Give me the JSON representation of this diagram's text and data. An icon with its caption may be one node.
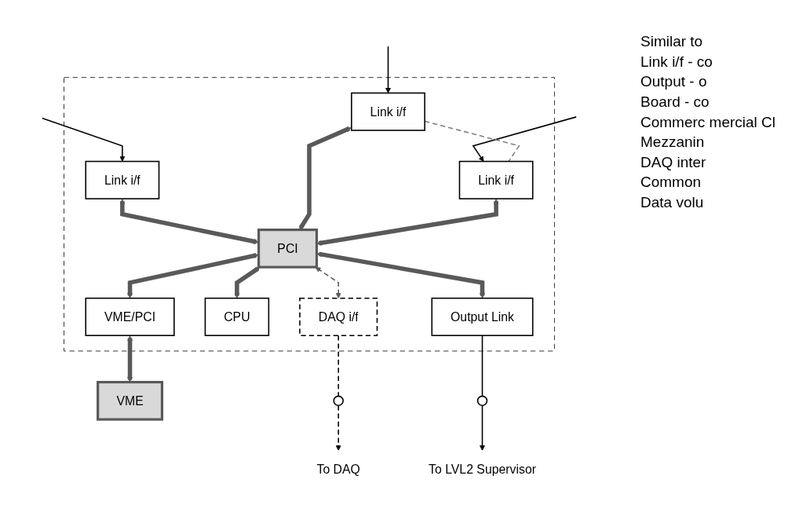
{
  "diagram": {
    "nodes": [
      {
        "text": [],
        "shape": "box"
      },
      {
        "text": [
          "Link i/f"
        ],
        "in": 0
      },
      {
        "text": [
          "Link i/f"
        ],
        "in": 0
      },
      {
        "text": [
          "Link i/f"
        ],
        "in": 0
      },
      {
        "text": [
          "PCI"
        ],
        "in": 0
      },
      {
        "text": [
          "VME/PCI"
        ],
        "in": 0
      },
      {
        "text": [
          "CPU"
        ],
        "in": 0
      },
      {
        "text": [
          "DAQ i/f"
        ],
        "in": 0
      },
      {
        "text": [
          "Output Link"
        ],
        "in": 0
      },
      {
        "text": [
          "VME"
        ]
      },
      {
        "text": [],
        "shape": "circle"
      },
      {
        "text": [],
        "shape": "circle"
      },
      {
        "text": [
          "To DAQ"
        ]
      },
      {
        "text": [
          "To LVL2 Supervisor"
        ]
      }
    ],
    "edges": [
      {
        "from": null,
        "to": 1,
        "arrow": "to"
      },
      {
        "from": null,
        "to": 2,
        "arrow": "to"
      },
      {
        "from": null,
        "to": 3,
        "arrow": "to"
      },
      {
        "from": 2,
        "to": 3,
        "arrow": "none",
        "style": "dashed",
        "color": "#808080"
      },
      {
        "from": 1,
        "to": 4,
        "arrow": "both",
        "style": "thick",
        "color": "#595959"
      },
      {
        "from": 2,
        "to": 4,
        "arrow": "both",
        "style": "thick",
        "color": "#595959"
      },
      {
        "from": 3,
        "to": 4,
        "arrow": "both",
        "style": "thick",
        "color": "#595959"
      },
      {
        "from": 4,
        "to": 5,
        "arrow": "both",
        "style": "thick",
        "color": "#595959"
      },
      {
        "from": 4,
        "to": 6,
        "arrow": "both",
        "style": "thick",
        "color": "#595959"
      },
      {
        "from": 4,
        "to": 7,
        "arrow": "both",
        "style": "dashed",
        "color": "#595959"
      },
      {
        "from": 4,
        "to": 8,
        "arrow": "both",
        "style": "thick",
        "color": "#595959"
      },
      {
        "from": 5,
        "to": 9,
        "arrow": "both",
        "style": "thick",
        "color": "#595959"
      },
      {
        "from": 7,
        "to": 10,
        "arrow": "none",
        "style": "dashed"
      },
      {
        "from": 8,
        "to": 11,
        "arrow": "none"
      },
      {
        "from": 10,
        "to": 12,
        "arrow": "to",
        "style": "dashed"
      },
      {
        "from": 11,
        "to": 13,
        "arrow": "to"
      }
    ],
    "labels": [
      "Similar to",
      "Link i/f - co",
      "Output - o",
      "Board - co",
      "Commerc mercial Cl",
      "Mezzanin",
      "DAQ inter",
      "Common",
      "Data volu"
    ]
  }
}
